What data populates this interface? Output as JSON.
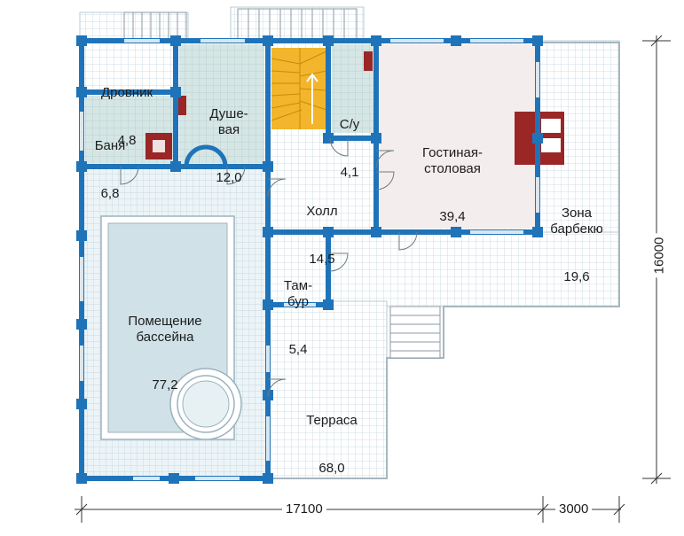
{
  "colors": {
    "wall": "#1f74b9",
    "tile": "#bfd3dc",
    "living_floor": "#f4eded",
    "wet_floor": "#d5e6e4",
    "stair": "#f2b52c",
    "fireplace": "#9a2626"
  },
  "rooms": {
    "drovnik": {
      "name": "Дровник",
      "area": "4,8"
    },
    "banya": {
      "name": "Баня",
      "area": "6,8"
    },
    "dushevaya": {
      "name": "Душе-\nвая",
      "area": "12,0"
    },
    "su": {
      "name": "С/у",
      "area": "4,1"
    },
    "gostinaya": {
      "name": "Гостиная-\nстоловая",
      "area": "39,4"
    },
    "zona_barbekyu": {
      "name": "Зона\nбарбекю",
      "area": "19,6"
    },
    "holl": {
      "name": "Холл",
      "area": "14,5"
    },
    "tambur": {
      "name": "Там-\nбур",
      "area": "5,4"
    },
    "basseyn": {
      "name": "Помещение\nбассейна",
      "area": "77,2"
    },
    "terrasa": {
      "name": "Терраса",
      "area": "68,0"
    }
  },
  "dimensions": {
    "width_main": "17100",
    "width_extra": "3000",
    "depth": "16000"
  }
}
